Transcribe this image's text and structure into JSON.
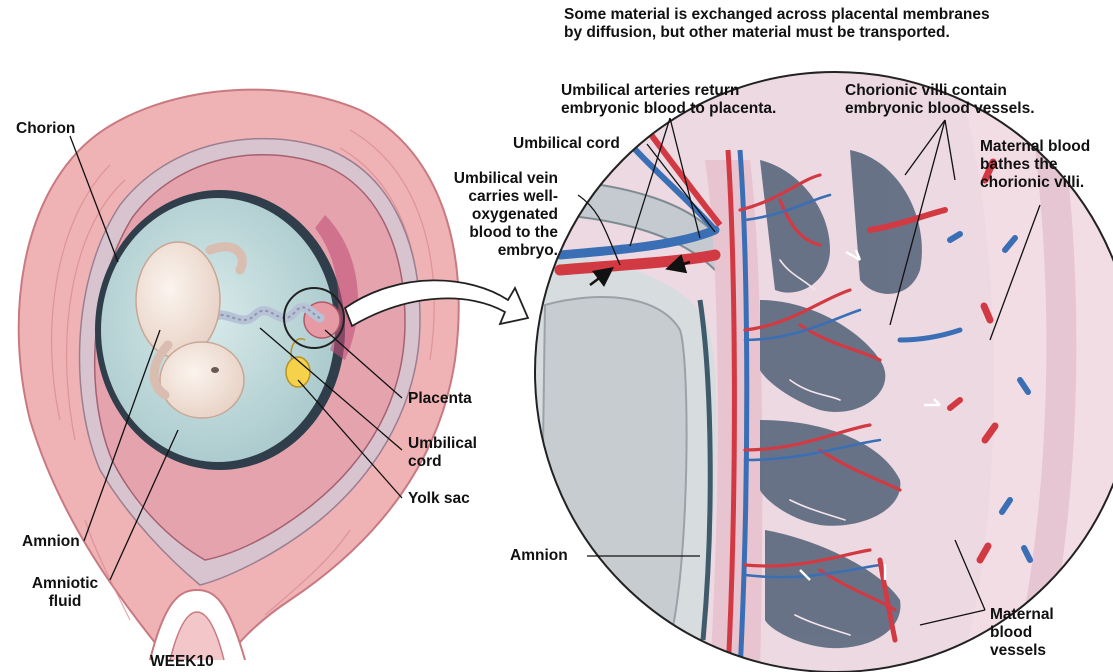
{
  "caption": "Some material is exchanged across placental membranes\nby diffusion, but other material must be transported.",
  "stage_label": "WEEK10",
  "labels": {
    "chorion": "Chorion",
    "amnion_left": "Amnion",
    "amniotic_fluid": "Amniotic\nfluid",
    "placenta": "Placenta",
    "umbilical_cord_left": "Umbilical\ncord",
    "yolk_sac": "Yolk sac",
    "umbilical_arteries": "Umbilical arteries return\nembryonic blood to placenta.",
    "umbilical_cord_right": "Umbilical cord",
    "umbilical_vein": "Umbilical vein\ncarries well-\noxygenated\nblood to the\nembryo.",
    "chorionic_villi": "Chorionic villi contain\nembryonic blood vessels.",
    "maternal_blood": "Maternal blood\nbathes the\nchorionic villi.",
    "amnion_right": "Amnion",
    "maternal_vessels": "Maternal\nblood\nvessels"
  },
  "colors": {
    "uterine_wall": "#f0b3b6",
    "chorion_tissue": "#e7a9b2",
    "amniotic_fluid": "#c3dcdc",
    "embryo": "#f5e9df",
    "yolk_sac": "#f6d24a",
    "maternal_space": "#e9d6e0",
    "villus_space": "#5e6a7e",
    "artery_red": "#d23a43",
    "vein_blue": "#3a6fb5"
  }
}
